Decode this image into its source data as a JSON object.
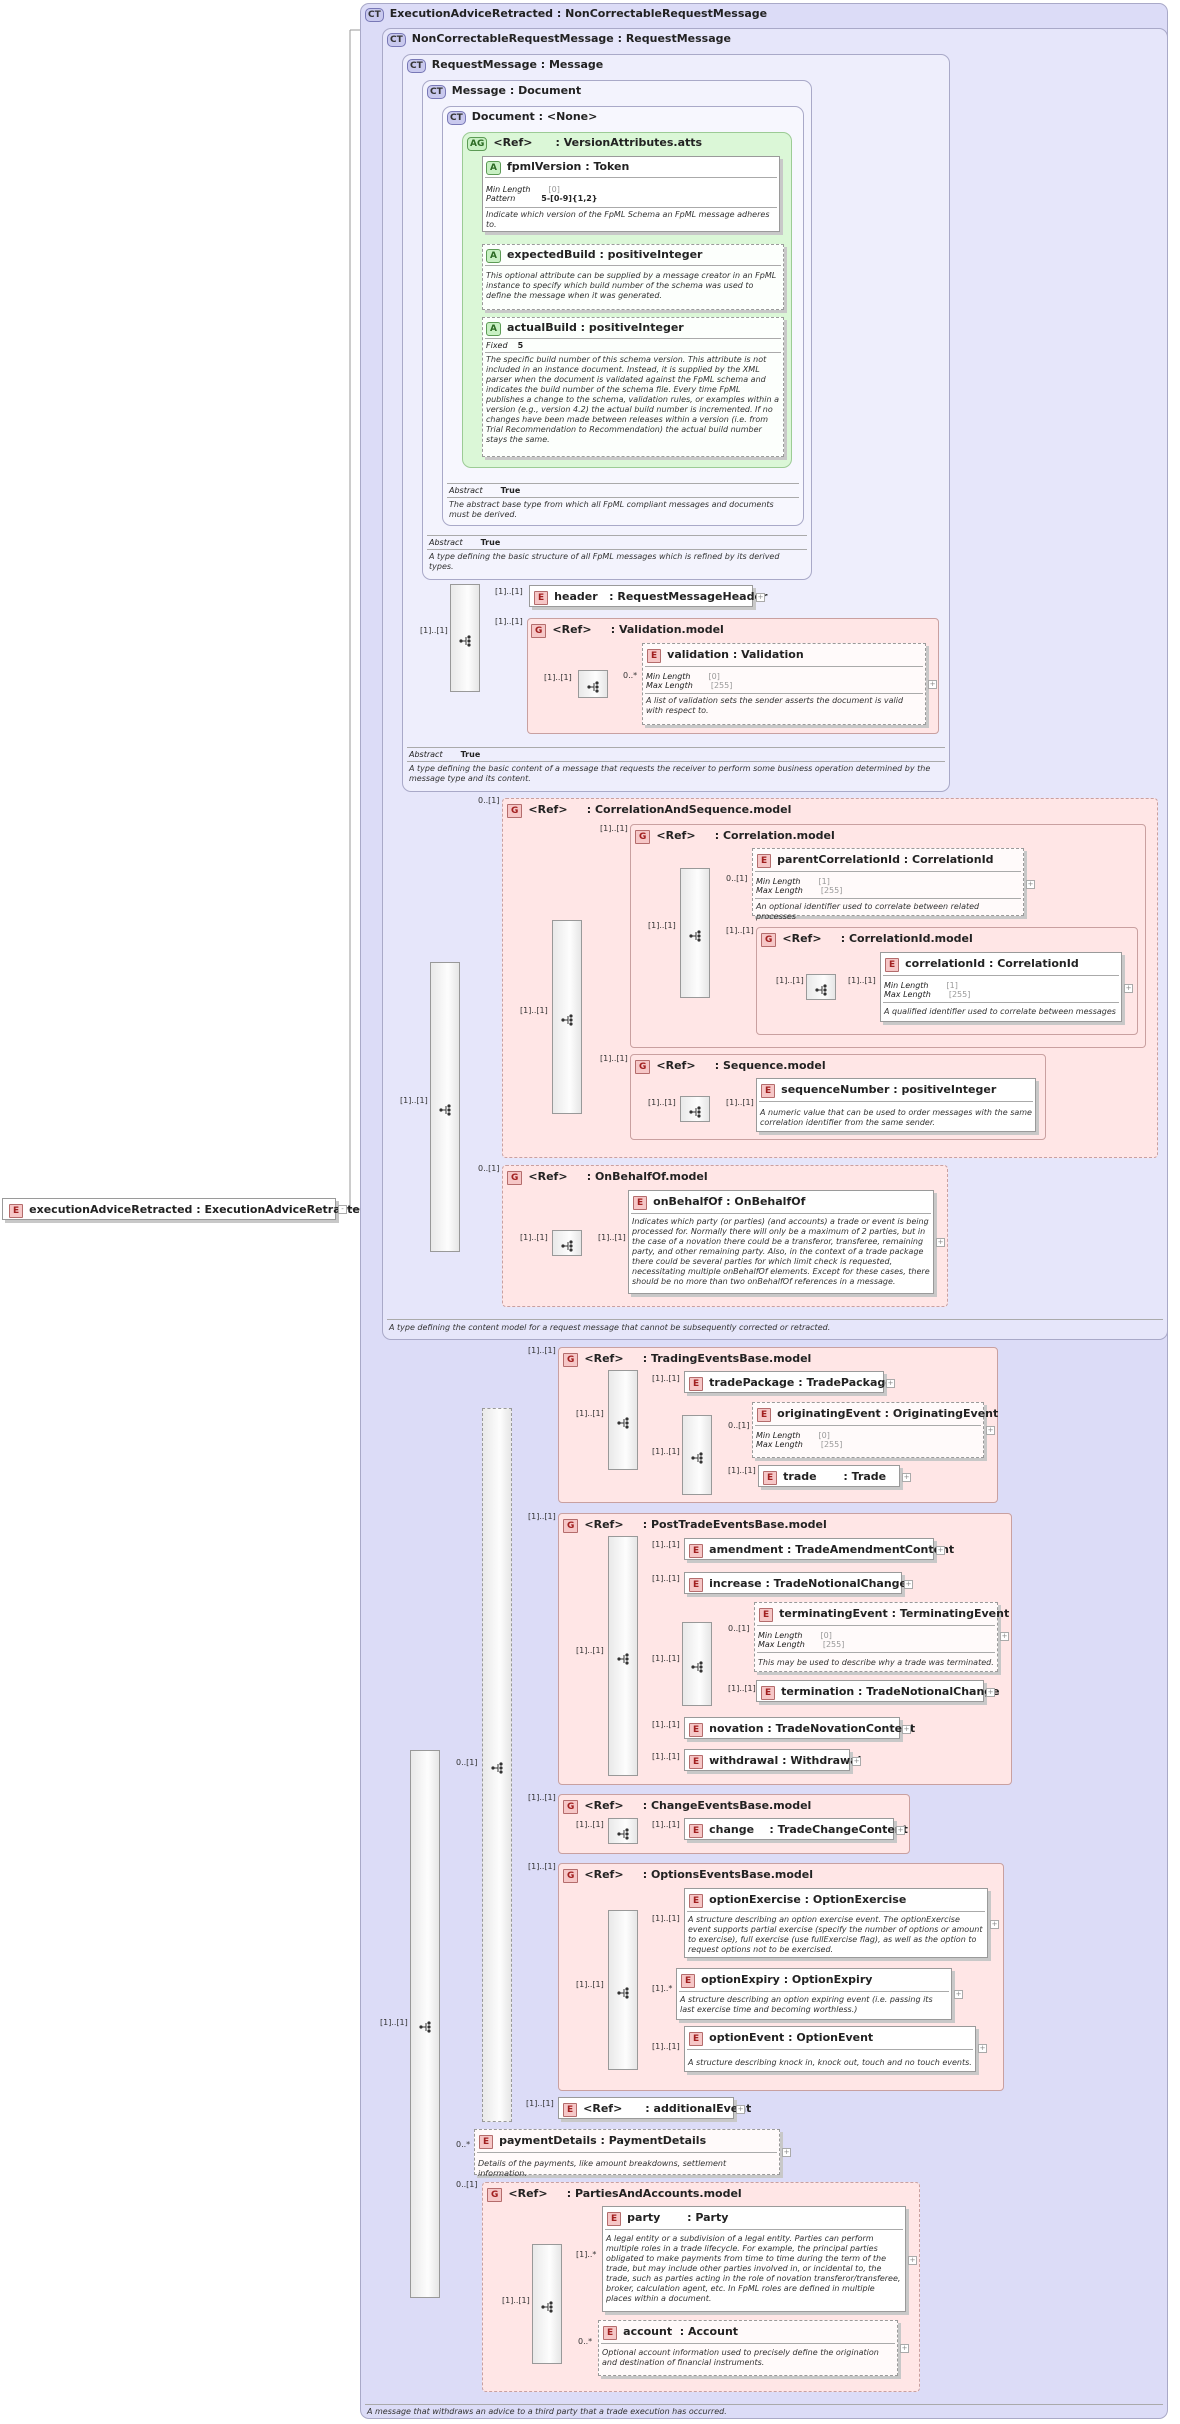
{
  "root_element": {
    "badge": "E",
    "name": "executionAdviceRetracted",
    "type": "ExecutionAdviceRetracted"
  },
  "ct_execution": {
    "badge": "CT",
    "name": "ExecutionAdviceRetracted",
    "type": "NonCorrectableRequestMessage",
    "desc": "A message that withdraws an advice to a third party that a trade execution has occurred."
  },
  "ct_noncorrectable": {
    "badge": "CT",
    "name": "NonCorrectableRequestMessage",
    "type": "RequestMessage",
    "desc": "A type defining the content model for a request message that cannot be subsequently corrected or retracted."
  },
  "ct_request": {
    "badge": "CT",
    "name": "RequestMessage",
    "type": "Message",
    "abstract_label": "Abstract",
    "abstract_value": "True",
    "desc": "A type defining the basic content of a message that requests the receiver to perform some business operation determined by the message type and its content."
  },
  "ct_message": {
    "badge": "CT",
    "name": "Message",
    "type": "Document",
    "abstract_label": "Abstract",
    "abstract_value": "True",
    "desc": "A type defining the basic structure of all FpML messages which is refined by its derived types."
  },
  "ct_document": {
    "badge": "CT",
    "name": "Document",
    "type": "<None>",
    "abstract_label": "Abstract",
    "abstract_value": "True",
    "desc": "The abstract base type from which all FpML compliant messages and documents must be derived."
  },
  "ag_version": {
    "badge": "AG",
    "ref": "<Ref>",
    "name": "VersionAttributes.atts"
  },
  "attr_fpmlversion": {
    "badge": "A",
    "name": "fpmlVersion",
    "type": "Token",
    "p1_label": "Min Length",
    "p1_value": "[0]",
    "p2_label": "Pattern",
    "p2_value": "5-[0-9]{1,2}",
    "desc": "Indicate which version of the FpML Schema an FpML message adheres to."
  },
  "attr_expectedbuild": {
    "badge": "A",
    "name": "expectedBuild",
    "type": "positiveInteger",
    "desc": "This optional attribute can be supplied by a message creator in an FpML instance to specify which build number of the schema was used to define the message when it was generated."
  },
  "attr_actualbuild": {
    "badge": "A",
    "name": "actualBuild",
    "type": "positiveInteger",
    "p1_label": "Fixed",
    "p1_value": "5",
    "desc": "The specific build number of this schema version. This attribute is not included in an instance document. Instead, it is supplied by the XML parser when the document is validated against the FpML schema and indicates the build number of the schema file. Every time FpML publishes a change to the schema, validation rules, or examples within a version (e.g., version 4.2) the actual build number is incremented. If no changes have been made between releases within a version (i.e. from Trial Recommendation to Recommendation) the actual build number stays the same."
  },
  "el_header": {
    "badge": "E",
    "name": "header",
    "type": "RequestMessageHeader",
    "card": "[1]..[1]"
  },
  "grp_validation": {
    "badge": "G",
    "ref": "<Ref>",
    "name": "Validation.model",
    "card": "[1]..[1]"
  },
  "el_validation": {
    "badge": "E",
    "name": "validation",
    "type": "Validation",
    "card": "0..*",
    "p1_label": "Min Length",
    "p1_value": "[0]",
    "p2_label": "Max Length",
    "p2_value": "[255]",
    "desc": "A list of validation sets the sender asserts the document is valid with respect to."
  },
  "seq_validation_card": "[1]..[1]",
  "seq_request_card": "[1]..[1]",
  "grp_corrseq": {
    "badge": "G",
    "ref": "<Ref>",
    "name": "CorrelationAndSequence.model",
    "card": "0..[1]"
  },
  "grp_correlation": {
    "badge": "G",
    "ref": "<Ref>",
    "name": "Correlation.model",
    "card": "[1]..[1]"
  },
  "el_parentcorr": {
    "badge": "E",
    "name": "parentCorrelationId",
    "type": "CorrelationId",
    "card": "0..[1]",
    "p1_label": "Min Length",
    "p1_value": "[1]",
    "p2_label": "Max Length",
    "p2_value": "[255]",
    "desc": "An optional identifier used to correlate between related processes"
  },
  "grp_corrid": {
    "badge": "G",
    "ref": "<Ref>",
    "name": "CorrelationId.model",
    "card": "[1]..[1]"
  },
  "el_corrid": {
    "badge": "E",
    "name": "correlationId",
    "type": "CorrelationId",
    "card": "[1]..[1]",
    "p1_label": "Min Length",
    "p1_value": "[1]",
    "p2_label": "Max Length",
    "p2_value": "[255]",
    "desc": "A qualified identifier used to correlate between messages"
  },
  "grp_sequence": {
    "badge": "G",
    "ref": "<Ref>",
    "name": "Sequence.model",
    "card": "[1]..[1]"
  },
  "el_seqnum": {
    "badge": "E",
    "name": "sequenceNumber",
    "type": "positiveInteger",
    "card": "[1]..[1]",
    "desc": "A numeric value that can be used to order messages with the same correlation identifier from the same sender."
  },
  "grp_onbehalf": {
    "badge": "G",
    "ref": "<Ref>",
    "name": "OnBehalfOf.model",
    "card": "0..[1]"
  },
  "el_onbehalf": {
    "badge": "E",
    "name": "onBehalfOf",
    "type": "OnBehalfOf",
    "card": "[1]..[1]",
    "desc": "Indicates which party (or parties) (and accounts) a trade or event is being processed for. Normally there will only be a maximum of 2 parties, but in the case of a novation there could be a transferor, transferee, remaining party, and other remaining party. Also, in the context of a trade package there could be several parties for which limit check is requested, necessitating multiple onBehalfOf elements. Except for these cases, there should be no more than two onBehalfOf references in a message."
  },
  "cards": {
    "c_corrseq_seq": "[1]..[1]",
    "c_corr_inner": "[1]..[1]",
    "c_nc_seq": "[1]..[1]",
    "c_onb_seq": "[1]..[1]",
    "c_main_seq": "[1]..[1]",
    "c_choice": "0..[1]",
    "c_trading_seq": "[1]..[1]",
    "c_trading_choice": "[1]..[1]",
    "c_post_choice": "[1]..[1]",
    "c_post_inner": "[1]..[1]",
    "c_change_seq": "[1]..[1]",
    "c_options_choice": "[1]..[1]",
    "c_corrid_seq": "[1]..[1]",
    "c_seq_seq": "[1]..[1]"
  },
  "grp_trading": {
    "badge": "G",
    "ref": "<Ref>",
    "name": "TradingEventsBase.model",
    "card": "[1]..[1]"
  },
  "el_tradepackage": {
    "badge": "E",
    "name": "tradePackage",
    "type": "TradePackage",
    "card": "[1]..[1]"
  },
  "el_origevent": {
    "badge": "E",
    "name": "originatingEvent",
    "type": "OriginatingEvent",
    "card": "0..[1]",
    "p1_label": "Min Length",
    "p1_value": "[0]",
    "p2_label": "Max Length",
    "p2_value": "[255]"
  },
  "el_trade": {
    "badge": "E",
    "name": "trade",
    "type": "Trade",
    "card": "[1]..[1]"
  },
  "grp_posttrade": {
    "badge": "G",
    "ref": "<Ref>",
    "name": "PostTradeEventsBase.model",
    "card": "[1]..[1]"
  },
  "el_amendment": {
    "badge": "E",
    "name": "amendment",
    "type": "TradeAmendmentContent",
    "card": "[1]..[1]"
  },
  "el_increase": {
    "badge": "E",
    "name": "increase",
    "type": "TradeNotionalChange",
    "card": "[1]..[1]"
  },
  "el_termevent": {
    "badge": "E",
    "name": "terminatingEvent",
    "type": "TerminatingEvent",
    "card": "0..[1]",
    "p1_label": "Min Length",
    "p1_value": "[0]",
    "p2_label": "Max Length",
    "p2_value": "[255]",
    "desc": "This may be used to describe why a trade was terminated."
  },
  "el_termination": {
    "badge": "E",
    "name": "termination",
    "type": "TradeNotionalChange",
    "card": "[1]..[1]"
  },
  "el_novation": {
    "badge": "E",
    "name": "novation",
    "type": "TradeNovationContent",
    "card": "[1]..[1]"
  },
  "el_withdrawal": {
    "badge": "E",
    "name": "withdrawal",
    "type": "Withdrawal",
    "card": "[1]..[1]"
  },
  "grp_change": {
    "badge": "G",
    "ref": "<Ref>",
    "name": "ChangeEventsBase.model",
    "card": "[1]..[1]"
  },
  "el_change": {
    "badge": "E",
    "name": "change",
    "type": "TradeChangeContent",
    "card": "[1]..[1]"
  },
  "grp_options": {
    "badge": "G",
    "ref": "<Ref>",
    "name": "OptionsEventsBase.model",
    "card": "[1]..[1]"
  },
  "el_optexercise": {
    "badge": "E",
    "name": "optionExercise",
    "type": "OptionExercise",
    "card": "[1]..[1]",
    "desc": "A structure describing an option exercise event. The optionExercise event supports partial exercise (specify the number of options or amount to exercise), full exercise (use fullExercise flag), as well as the option to request options not to be exercised."
  },
  "el_optexpiry": {
    "badge": "E",
    "name": "optionExpiry",
    "type": "OptionExpiry",
    "card": "[1]..*",
    "desc": "A structure describing an option expiring event (i.e. passing its last exercise time and becoming worthless.)"
  },
  "el_optevent": {
    "badge": "E",
    "name": "optionEvent",
    "type": "OptionEvent",
    "card": "[1]..[1]",
    "desc": "A structure describing knock in, knock out, touch and no touch events."
  },
  "el_additional": {
    "badge": "E",
    "ref": "<Ref>",
    "name": "additionalEvent",
    "card": "[1]..[1]"
  },
  "el_payment": {
    "badge": "E",
    "name": "paymentDetails",
    "type": "PaymentDetails",
    "card": "0..*",
    "desc": "Details of the payments, like amount breakdowns, settlement information."
  },
  "grp_parties": {
    "badge": "G",
    "ref": "<Ref>",
    "name": "PartiesAndAccounts.model",
    "card": "0..[1]"
  },
  "el_party": {
    "badge": "E",
    "name": "party",
    "type": "Party",
    "card": "[1]..*",
    "desc": "A legal entity or a subdivision of a legal entity. Parties can perform multiple roles in a trade lifecycle. For example, the principal parties obligated to make payments from time to time during the term of the trade, but may include other parties involved in, or incidental to, the trade, such as parties acting in the role of novation transferor/transferee, broker, calculation agent, etc. In FpML roles are defined in multiple places within a document."
  },
  "el_account": {
    "badge": "E",
    "name": "account",
    "type": "Account",
    "card": "0..*",
    "desc": "Optional account information used to precisely define the origination and destination of financial instruments."
  },
  "c_parties_seq": "[1]..[1]"
}
